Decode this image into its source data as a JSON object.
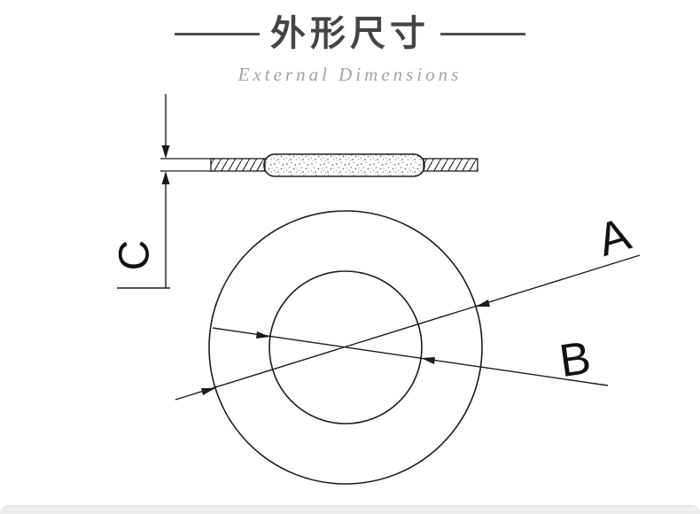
{
  "header": {
    "title": "外形尺寸",
    "subtitle": "External Dimensions"
  },
  "diagram": {
    "labels": {
      "outer_diameter": "A",
      "bore_diameter": "B",
      "thickness": "C"
    },
    "colors": {
      "line": "#1c1c1c",
      "title_text": "#454545",
      "subtitle_text": "#a3a3a3",
      "bottom_band": "#ededed"
    }
  }
}
